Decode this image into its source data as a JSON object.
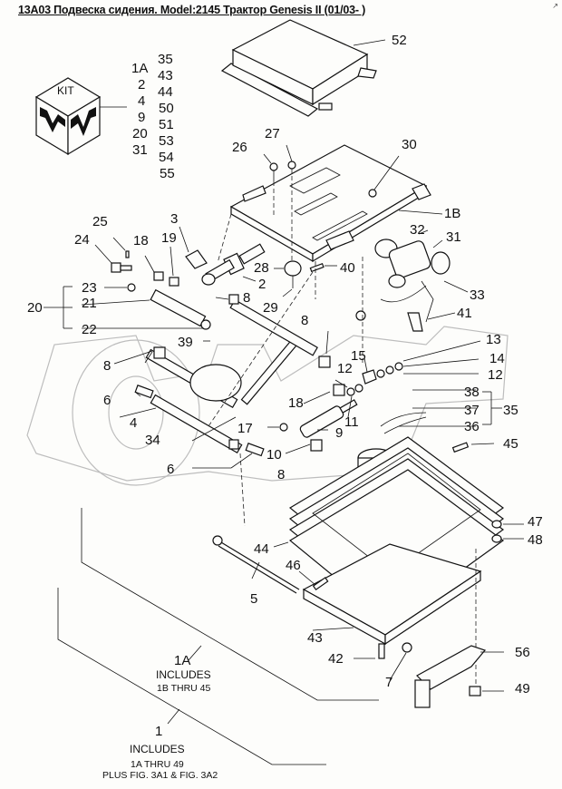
{
  "title": "13A03 Подвеска сидения. Model:2145 Трактор Genesis II (01/03- )",
  "corner_mark": "↗",
  "kit": {
    "label": "KIT",
    "icon": "kit-cube-icon",
    "col1": [
      "1A",
      "2",
      "4",
      "9",
      "20",
      "31"
    ],
    "col2": [
      "35",
      "43",
      "44",
      "50",
      "51",
      "53",
      "54",
      "55"
    ]
  },
  "callouts": {
    "p52": "52",
    "p26": "26",
    "p27": "27",
    "p30": "30",
    "p1B": "1B",
    "p3": "3",
    "p25": "25",
    "p24": "24",
    "p18a": "18",
    "p19": "19",
    "p32": "32",
    "p31": "31",
    "p28": "28",
    "p40": "40",
    "p2": "2",
    "p29": "29",
    "p33": "33",
    "p23": "23",
    "p21": "21",
    "p20": "20",
    "p22": "22",
    "p8a": "8",
    "p41": "41",
    "p8b": "8",
    "p39": "39",
    "p13": "13",
    "p15": "15",
    "p14": "14",
    "p12a": "12",
    "p12b": "12",
    "p8c": "8",
    "p6a": "6",
    "p18b": "18",
    "p38": "38",
    "p37": "37",
    "p35": "35",
    "p36": "36",
    "p4": "4",
    "p17": "17",
    "p9": "9",
    "p11": "11",
    "p34": "34",
    "p10": "10",
    "p45": "45",
    "p6b": "6",
    "p8d": "8",
    "p47": "47",
    "p48": "48",
    "p44": "44",
    "p46": "46",
    "p5": "5",
    "p43": "43",
    "p56": "56",
    "p42": "42",
    "p7": "7",
    "p49": "49"
  },
  "notes": {
    "a1_num": "1A",
    "a1_line1": "INCLUDES",
    "a1_line2": "1B THRU 45",
    "n1_num": "1",
    "n1_line1": "INCLUDES",
    "n1_line2": "1A THRU 49",
    "n1_line3": "PLUS FIG. 3A1 & FIG. 3A2"
  }
}
